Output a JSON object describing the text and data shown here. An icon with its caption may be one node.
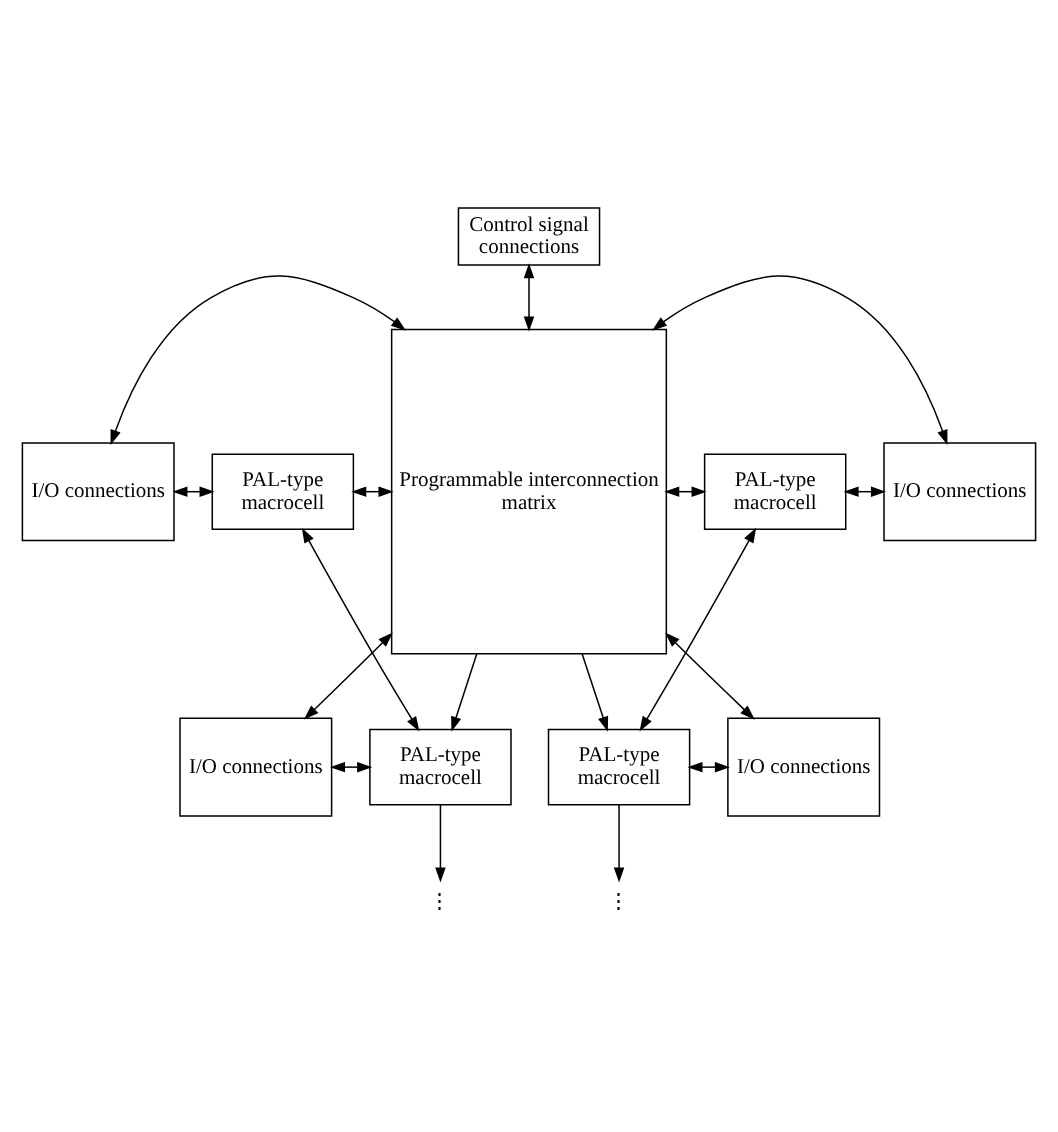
{
  "diagram": {
    "nodes": [
      {
        "text": [
          "Control signal connections"
        ]
      },
      {
        "text": [
          "I/O connections"
        ]
      },
      {
        "text": [
          "PAL-type macrocell"
        ]
      },
      {
        "text": [
          "Programmable interconnection matrix"
        ]
      },
      {
        "text": [
          "PAL-type macrocell"
        ]
      },
      {
        "text": [
          "I/O connections"
        ]
      },
      {
        "text": [
          "I/O connections"
        ]
      },
      {
        "text": [
          "PAL-type macrocell"
        ]
      },
      {
        "text": [
          "PAL-type macrocell"
        ]
      },
      {
        "text": [
          "I/O connections"
        ]
      },
      {
        "text": [
          "⋮"
        ]
      },
      {
        "text": [
          "⋮"
        ]
      }
    ],
    "edges": [
      {
        "from": 0,
        "to": 3,
        "arrow": "both"
      },
      {
        "from": 1,
        "to": 2,
        "arrow": "both"
      },
      {
        "from": 2,
        "to": 3,
        "arrow": "both"
      },
      {
        "from": 3,
        "to": 4,
        "arrow": "both"
      },
      {
        "from": 4,
        "to": 5,
        "arrow": "both"
      },
      {
        "from": 1,
        "to": 3,
        "arrow": "both"
      },
      {
        "from": 5,
        "to": 3,
        "arrow": "both"
      },
      {
        "from": 2,
        "to": 7,
        "arrow": "both"
      },
      {
        "from": 4,
        "to": 8,
        "arrow": "both"
      },
      {
        "from": 6,
        "to": 7,
        "arrow": "both"
      },
      {
        "from": 3,
        "to": 7,
        "arrow": "to"
      },
      {
        "from": 3,
        "to": 8,
        "arrow": "to"
      },
      {
        "from": 8,
        "to": 9,
        "arrow": "both"
      },
      {
        "from": 6,
        "to": 3,
        "arrow": "both"
      },
      {
        "from": 9,
        "to": 3,
        "arrow": "both"
      },
      {
        "from": 7,
        "to": 10,
        "arrow": "to"
      },
      {
        "from": 8,
        "to": 11,
        "arrow": "to"
      }
    ]
  }
}
